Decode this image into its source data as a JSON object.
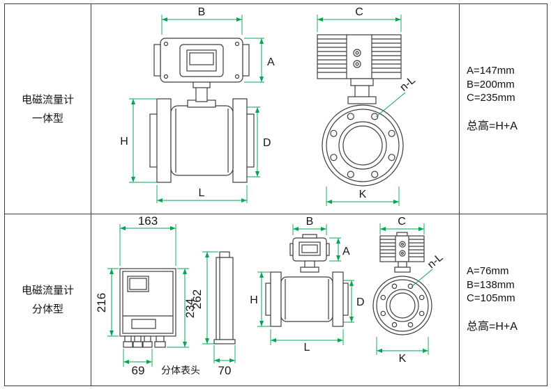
{
  "rows": [
    {
      "label": {
        "line1": "电磁流量计",
        "line2": "一体型"
      },
      "specs": {
        "a": "A=147mm",
        "b": "B=200mm",
        "c": "C=235mm",
        "total": "总高=H+A"
      },
      "dims": {
        "b": "B",
        "c": "C",
        "a": "A",
        "h": "H",
        "d": "D",
        "l": "L",
        "k": "K",
        "nl": "n-L"
      }
    },
    {
      "label": {
        "line1": "电磁流量计",
        "line2": "分体型"
      },
      "specs": {
        "a": "A=76mm",
        "b": "B=138mm",
        "c": "C=105mm",
        "total": "总高=H+A"
      },
      "dims": {
        "b": "B",
        "c": "C",
        "a": "A",
        "h": "H",
        "d": "D",
        "l": "L",
        "k": "K",
        "nl": "n-L"
      },
      "converter": {
        "width": "163",
        "height_left": "216",
        "height_right": "234",
        "glands_width": "69",
        "side_height": "262",
        "side_width": "70",
        "caption": "分体表头"
      }
    }
  ],
  "colors": {
    "dimension": "#00A651",
    "line": "#3c3c3c"
  }
}
